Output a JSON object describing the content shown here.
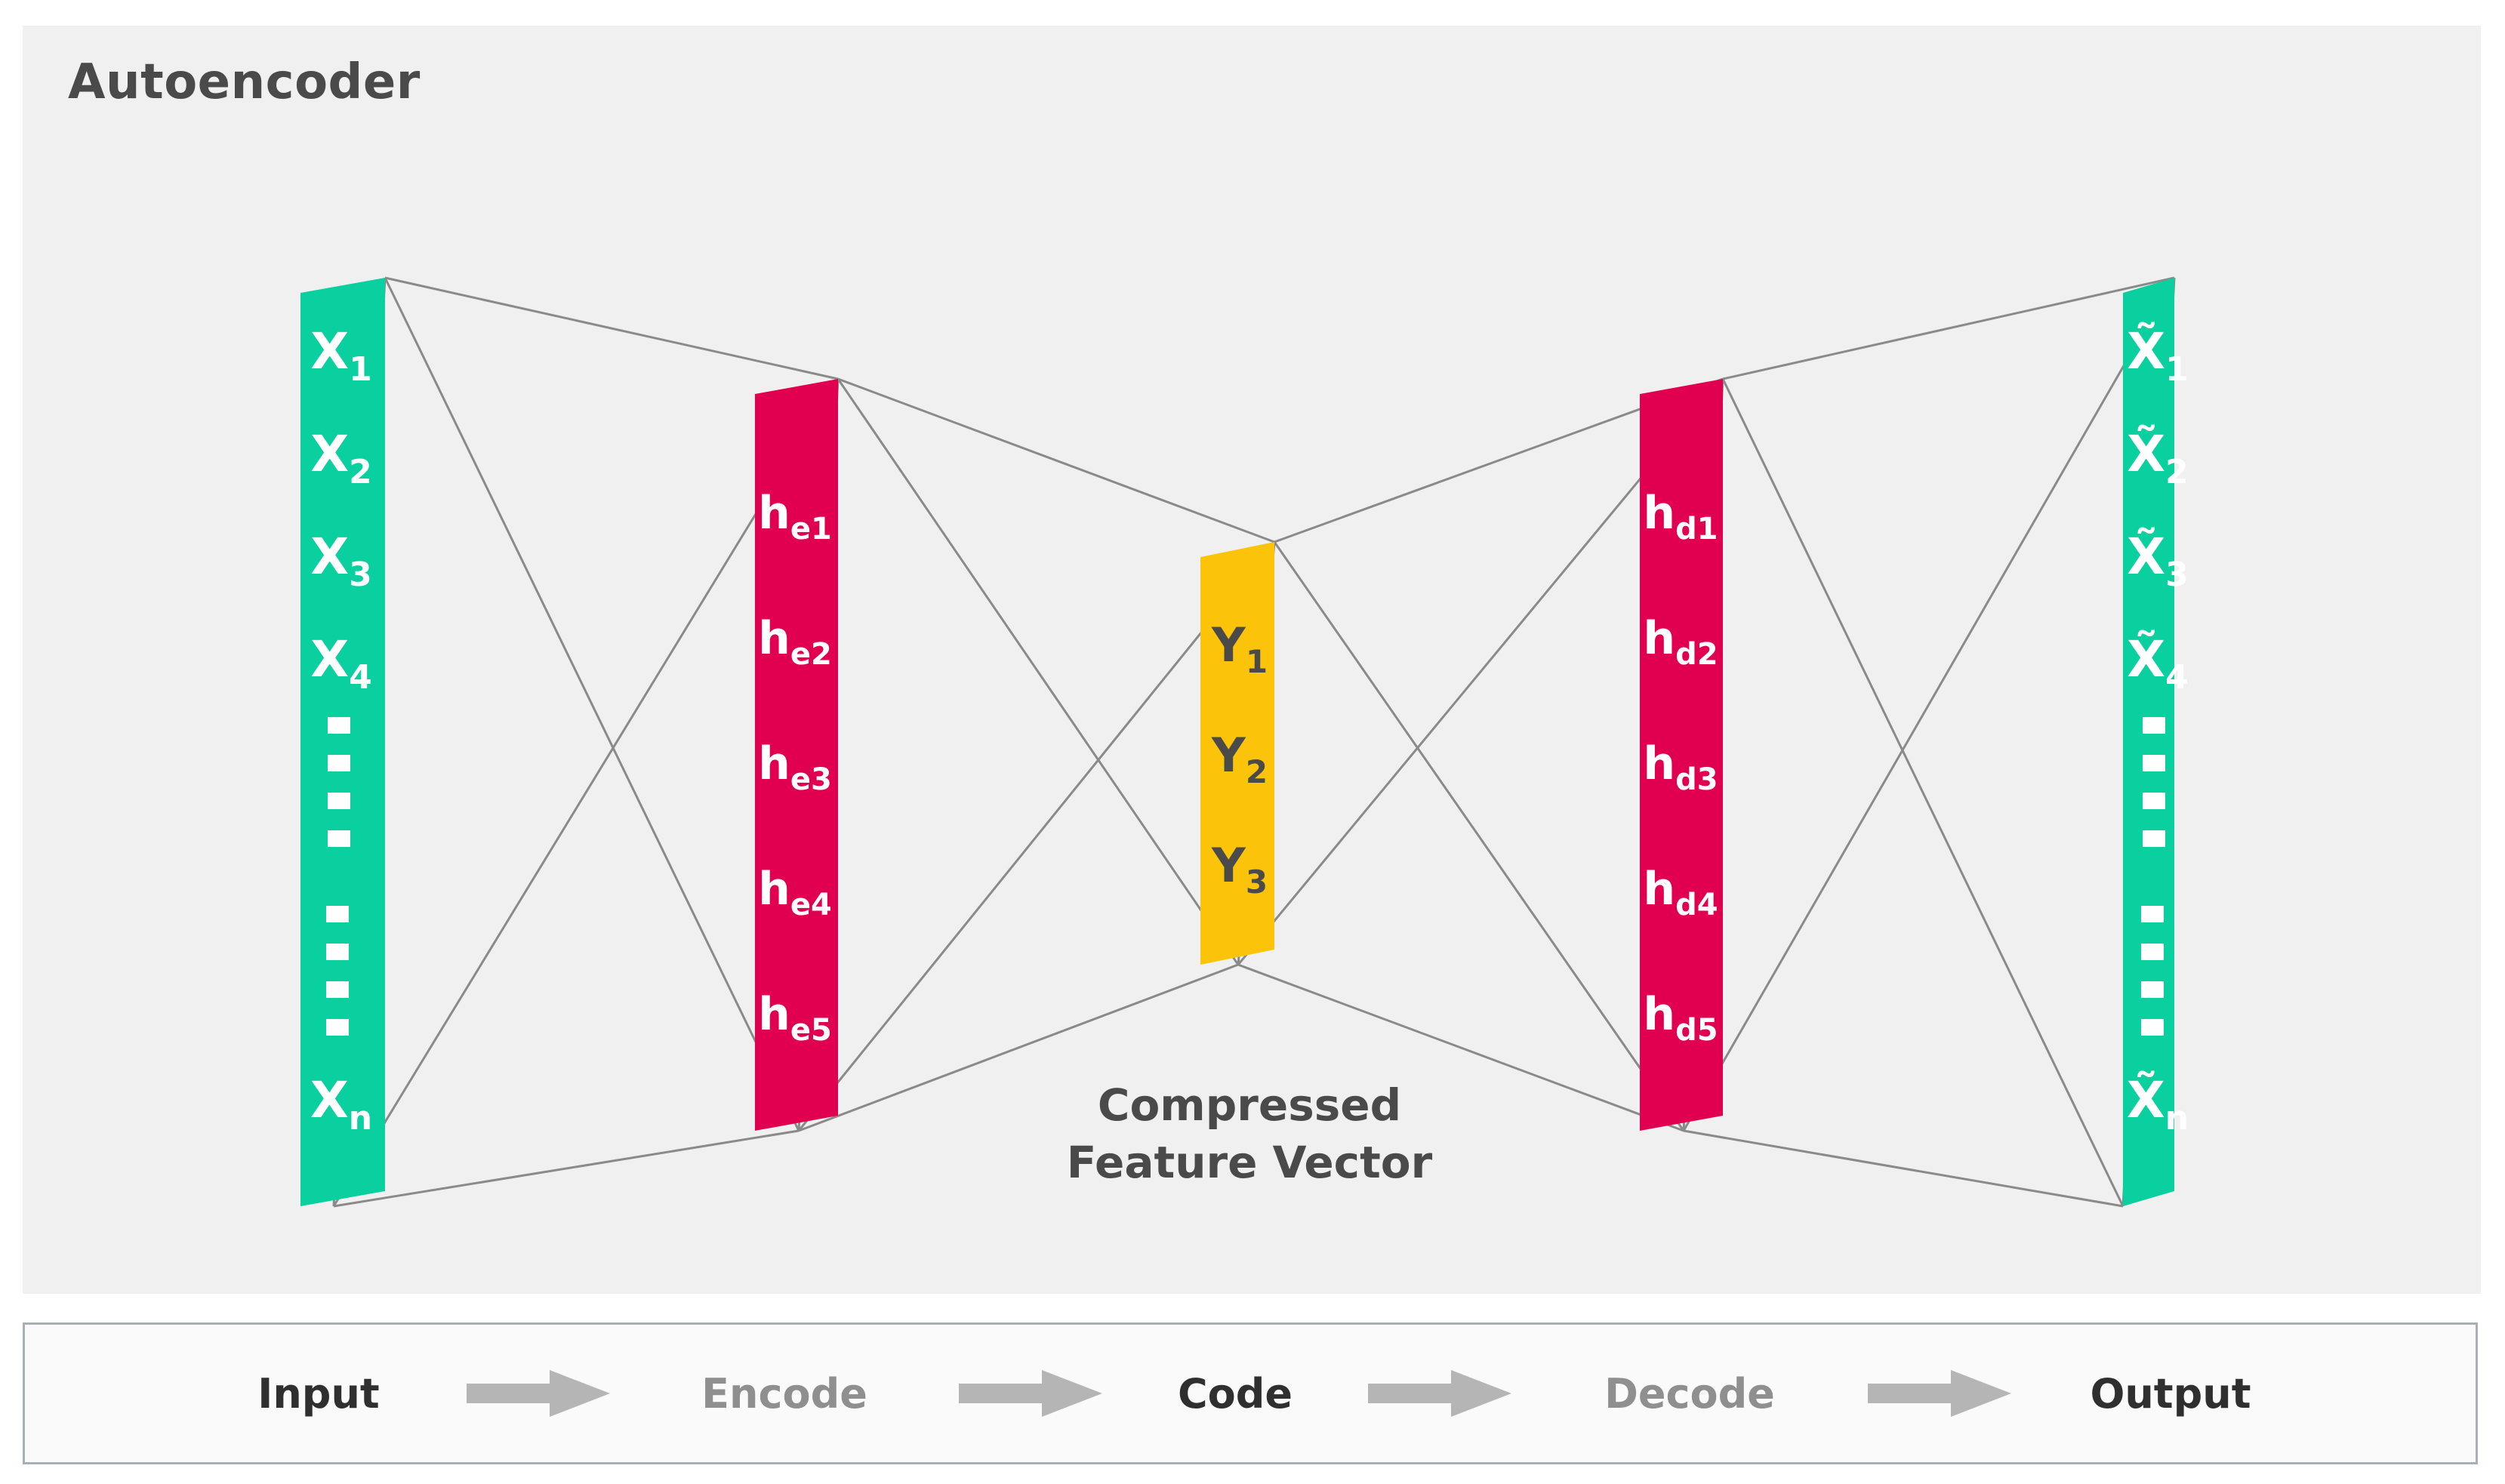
{
  "title": "Autoencoder",
  "colors": {
    "panel_bg": "#f0f0f0",
    "page_bg": "#ffffff",
    "input_output_layer": "#0ad0a0",
    "hidden_layer": "#e10050",
    "code_layer": "#fbc40b",
    "connection_line": "#8a8a8a",
    "title_text": "#4a4a4a",
    "legend_border": "#a7b0b2",
    "legend_bg": "#fafafa",
    "legend_arrow": "#b5b5b5",
    "legend_dark_text": "#2f2f2f",
    "legend_light_text": "#8f8f8f"
  },
  "diagram": {
    "caption": "Compressed Feature Vector",
    "caption_line1": "Compressed",
    "caption_line2": "Feature Vector",
    "layers": [
      {
        "id": "input",
        "name": "Input Layer",
        "color": "#0ad0a0",
        "text_color": "#ffffff",
        "nodes": [
          {
            "base": "X",
            "sub": "1"
          },
          {
            "base": "X",
            "sub": "2"
          },
          {
            "base": "X",
            "sub": "3"
          },
          {
            "base": "X",
            "sub": "4"
          },
          {
            "base": "⋮",
            "sub": ""
          },
          {
            "base": "⋮",
            "sub": ""
          },
          {
            "base": "X",
            "sub": "n"
          }
        ],
        "labels": [
          "X₁",
          "X₂",
          "X₃",
          "X₄",
          "⋮",
          "⋮",
          "Xₙ"
        ]
      },
      {
        "id": "encoder-hidden",
        "name": "Encoder Hidden Layer",
        "color": "#e10050",
        "text_color": "#ffffff",
        "nodes": [
          {
            "base": "h",
            "sub": "e1"
          },
          {
            "base": "h",
            "sub": "e2"
          },
          {
            "base": "h",
            "sub": "e3"
          },
          {
            "base": "h",
            "sub": "e4"
          },
          {
            "base": "h",
            "sub": "e5"
          }
        ],
        "labels": [
          "he1",
          "he2",
          "he3",
          "he4",
          "he5"
        ]
      },
      {
        "id": "code",
        "name": "Code Layer",
        "color": "#fbc40b",
        "text_color": "#4a4a4a",
        "nodes": [
          {
            "base": "Y",
            "sub": "1"
          },
          {
            "base": "Y",
            "sub": "2"
          },
          {
            "base": "Y",
            "sub": "3"
          }
        ],
        "labels": [
          "Y₁",
          "Y₂",
          "Y₃"
        ]
      },
      {
        "id": "decoder-hidden",
        "name": "Decoder Hidden Layer",
        "color": "#e10050",
        "text_color": "#ffffff",
        "nodes": [
          {
            "base": "h",
            "sub": "d1"
          },
          {
            "base": "h",
            "sub": "d2"
          },
          {
            "base": "h",
            "sub": "d3"
          },
          {
            "base": "h",
            "sub": "d4"
          },
          {
            "base": "h",
            "sub": "d5"
          }
        ],
        "labels": [
          "hd1",
          "hd2",
          "hd3",
          "hd4",
          "hd5"
        ]
      },
      {
        "id": "output",
        "name": "Output Layer",
        "color": "#0ad0a0",
        "text_color": "#ffffff",
        "nodes": [
          {
            "base": "X̃",
            "sub": "1"
          },
          {
            "base": "X̃",
            "sub": "2"
          },
          {
            "base": "X̃",
            "sub": "3"
          },
          {
            "base": "X̃",
            "sub": "4"
          },
          {
            "base": "⋮",
            "sub": ""
          },
          {
            "base": "⋮",
            "sub": ""
          },
          {
            "base": "X̃",
            "sub": "n"
          }
        ],
        "labels": [
          "X̃₁",
          "X̃₂",
          "X̃₃",
          "X̃₄",
          "⋮",
          "⋮",
          "X̃ₙ"
        ]
      }
    ]
  },
  "legend": {
    "steps": [
      {
        "label": "Input",
        "emphasis": "dark"
      },
      {
        "label": "Encode",
        "emphasis": "light"
      },
      {
        "label": "Code",
        "emphasis": "dark"
      },
      {
        "label": "Decode",
        "emphasis": "light"
      },
      {
        "label": "Output",
        "emphasis": "dark"
      }
    ],
    "arrow_count": 4,
    "arrow_icon": "right-arrow-icon"
  }
}
